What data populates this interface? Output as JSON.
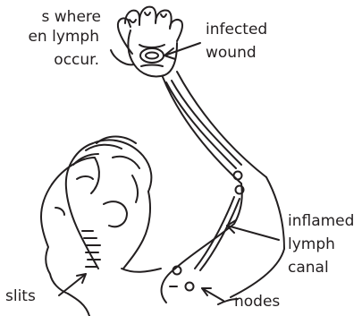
{
  "caption": {
    "lines": [
      "s where",
      "en lymph",
      "occur."
    ]
  },
  "labels": {
    "infected_wound": [
      "infected",
      "wound"
    ],
    "inflamed_lymph_canal": [
      "inflamed",
      "lymph",
      "canal"
    ],
    "slits": "slits",
    "nodes": "nodes"
  },
  "colors": {
    "ink": "#231f20",
    "paper": "#ffffff"
  }
}
